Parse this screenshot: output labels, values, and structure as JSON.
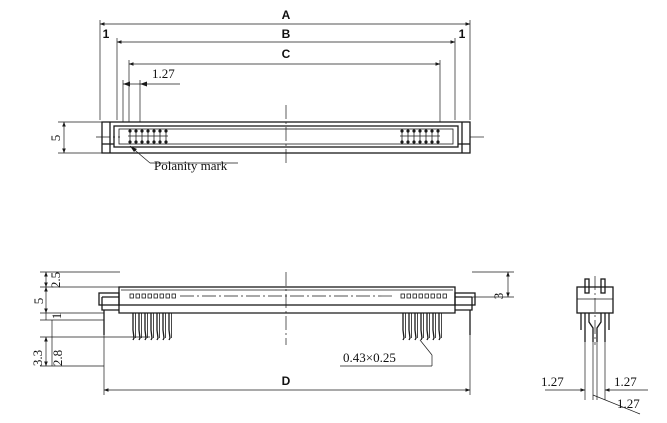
{
  "labels": {
    "dim_a": "A",
    "dim_b": "B",
    "dim_c": "C",
    "dim_d": "D",
    "one_left": "1",
    "one_right": "1",
    "pitch_top": "1.27",
    "height_5_top": "5",
    "polarity": "Polanity mark",
    "dim_2_5": "2.5",
    "dim_5_side": "5",
    "dim_1_side": "1",
    "dim_3_3": "3.3",
    "dim_2_8": "2.8",
    "dim_3_right": "3",
    "pin_size": "0.43×0.25",
    "pitch_end_left": "1.27",
    "pitch_end_right": "1.27",
    "pitch_end_bottom": "1.27"
  },
  "colors": {
    "line": "#1a1a1a",
    "background": "#ffffff"
  }
}
